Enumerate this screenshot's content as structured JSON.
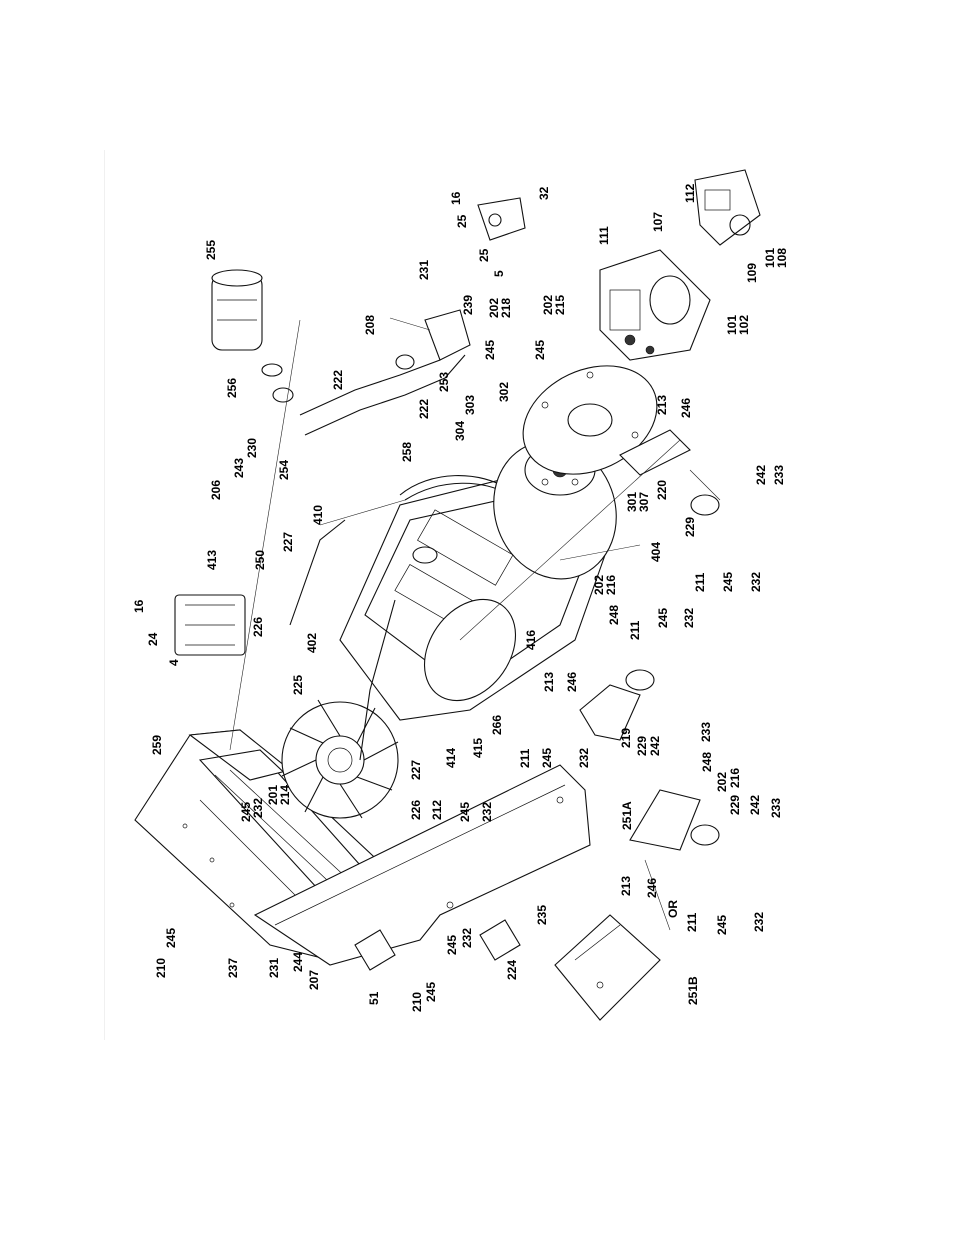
{
  "labels": {
    "l16a": "16",
    "l25a": "25",
    "l32": "32",
    "l25b": "25",
    "l5": "5",
    "l112": "112",
    "l107": "107",
    "l111": "111",
    "l109": "109",
    "l101a": "101",
    "l108": "108",
    "l101b": "101",
    "l102": "102",
    "l255": "255",
    "l231a": "231",
    "l239": "239",
    "l208": "208",
    "l202a": "202",
    "l218": "218",
    "l202b": "202",
    "l215": "215",
    "l245a": "245",
    "l245b": "245",
    "l256": "256",
    "l222a": "222",
    "l222b": "222",
    "l253": "253",
    "l302": "302",
    "l303": "303",
    "l304": "304",
    "l213a": "213",
    "l246a": "246",
    "l206": "206",
    "l243": "243",
    "l230": "230",
    "l254": "254",
    "l258": "258",
    "l301": "301",
    "l307": "307",
    "l220": "220",
    "l229a": "229",
    "l242a": "242",
    "l233a": "233",
    "l211a": "211",
    "l245c": "245",
    "l232a": "232",
    "l410": "410",
    "l227a": "227",
    "l250": "250",
    "l413": "413",
    "l16b": "16",
    "l24": "24",
    "l4": "4",
    "l226a": "226",
    "l402": "402",
    "l404": "404",
    "l202c": "202",
    "l216a": "216",
    "l248a": "248",
    "l211b": "211",
    "l245d": "245",
    "l232b": "232",
    "l416": "416",
    "l213b": "213",
    "l246b": "246",
    "l219": "219",
    "l229b": "229",
    "l242b": "242",
    "l233b": "233",
    "l225": "225",
    "l259": "259",
    "l266": "266",
    "l415": "415",
    "l414": "414",
    "l227b": "227",
    "l226b": "226",
    "l201": "201",
    "l214": "214",
    "l245e": "245",
    "l232c": "232",
    "l211c": "211",
    "l245f": "245",
    "l232d": "232",
    "l212": "212",
    "l245g": "245",
    "l232e": "232",
    "l251A": "251A",
    "l248b": "248",
    "l216b": "216",
    "l202d": "202",
    "l229c": "229",
    "l242c": "242",
    "l233c": "233",
    "l213c": "213",
    "l246c": "246",
    "l211d": "211",
    "l245h": "245",
    "l232f": "232",
    "l235": "235",
    "lOR": "OR",
    "l210a": "210",
    "l245i": "245",
    "l237": "237",
    "l231b": "231",
    "l244": "244",
    "l207": "207",
    "l51": "51",
    "l210b": "210",
    "l245j": "245",
    "l245k": "245",
    "l232g": "232",
    "l224": "224",
    "l251B": "251B"
  }
}
